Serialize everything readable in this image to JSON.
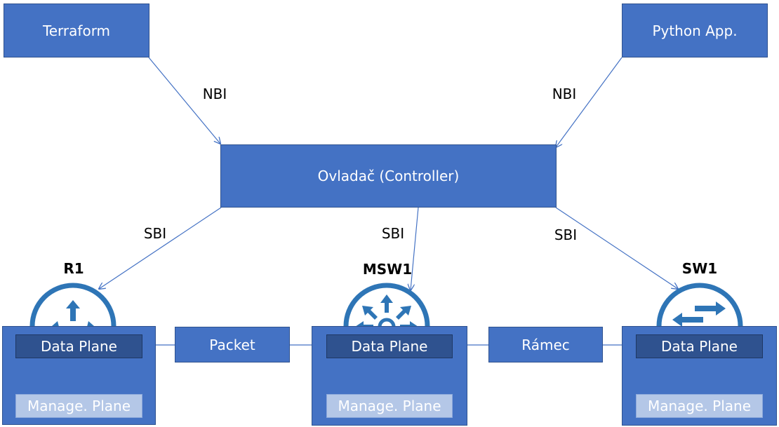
{
  "apps": {
    "left": "Terraform",
    "right": "Python App."
  },
  "interfaces": {
    "nbi_left": "NBI",
    "nbi_right": "NBI",
    "sbi_left": "SBI",
    "sbi_mid": "SBI",
    "sbi_right": "SBI"
  },
  "controller": "Ovladač (Controller)",
  "devices": [
    {
      "name": "R1",
      "icon": "router-icon",
      "data_plane": "Data Plane",
      "manage_plane": "Manage. Plane"
    },
    {
      "name": "MSW1",
      "icon": "multilayer-switch-icon",
      "data_plane": "Data Plane",
      "manage_plane": "Manage. Plane"
    },
    {
      "name": "SW1",
      "icon": "switch-icon",
      "data_plane": "Data Plane",
      "manage_plane": "Manage. Plane"
    }
  ],
  "links": {
    "packet": "Packet",
    "frame": "Rámec"
  },
  "colors": {
    "box": "#4472C4",
    "dark": "#2F528F",
    "light": "#B4C7E7"
  }
}
